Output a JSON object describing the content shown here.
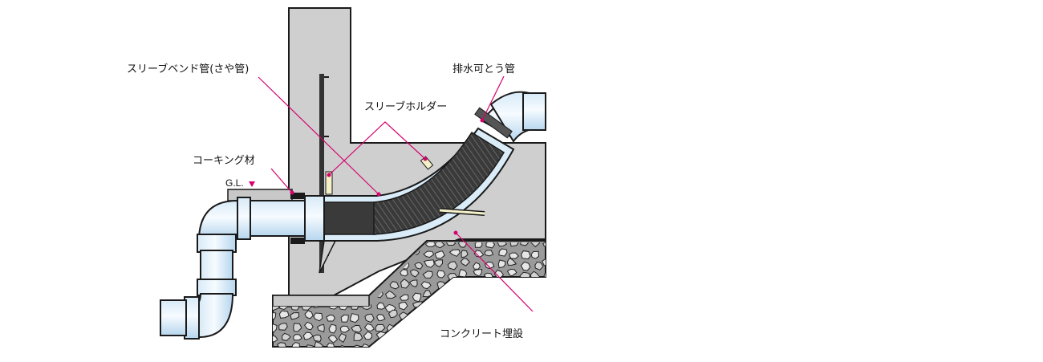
{
  "labels": {
    "sleeve_bend_pipe": "スリーブベンド管(さや管)",
    "drain_flexible_pipe": "排水可とう管",
    "sleeve_holder": "スリーブホルダー",
    "caulking_material": "コーキング材",
    "ground_level": "G.L.",
    "concrete_embedded": "コンクリート埋設"
  },
  "colors": {
    "concrete": "#cfcfcf",
    "outline": "#1a1a1a",
    "leader_line": "#d6006f",
    "pipe_fill": "#e8f3fb",
    "pipe_shade": "#b9d8ee",
    "flex_pipe": "#333333",
    "gravel": "#8a8a8a"
  }
}
